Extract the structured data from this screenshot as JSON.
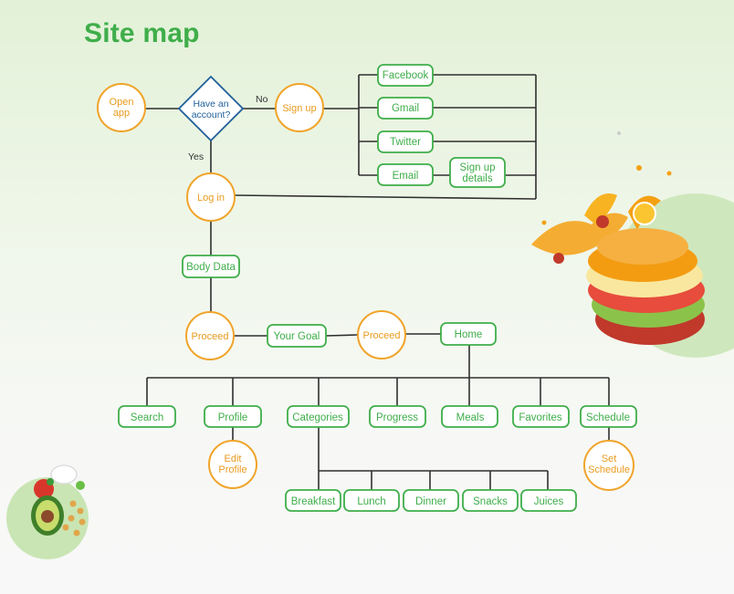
{
  "title": "Site map",
  "colors": {
    "title": "#3fae4a",
    "box_stroke": "#3fae4a",
    "circle_stroke": "#f0a42a",
    "decision_stroke": "#1f5f99",
    "line": "#2f2f2f"
  },
  "labels": {
    "open_app": [
      "Open",
      "app"
    ],
    "have_account": [
      "Have an",
      "account?"
    ],
    "no": "No",
    "yes": "Yes",
    "sign_up": "Sign up",
    "facebook": "Facebook",
    "gmail": "Gmail",
    "twitter": "Twitter",
    "email": "Email",
    "sign_up_details": [
      "Sign up",
      "details"
    ],
    "log_in": "Log in",
    "body_data": "Body Data",
    "proceed": "Proceed",
    "your_goal": "Your Goal",
    "home": "Home",
    "search": "Search",
    "profile": "Profile",
    "categories": "Categories",
    "progress": "Progress",
    "meals": "Meals",
    "favorites": "Favorites",
    "schedule": "Schedule",
    "edit_profile": [
      "Edit",
      "Profile"
    ],
    "set_schedule": [
      "Set",
      "Schedule"
    ],
    "breakfast": "Breakfast",
    "lunch": "Lunch",
    "dinner": "Dinner",
    "snacks": "Snacks",
    "juices": "Juices"
  },
  "decorations": [
    "fruit-splash-illustration",
    "avocado-vegetables-illustration"
  ]
}
